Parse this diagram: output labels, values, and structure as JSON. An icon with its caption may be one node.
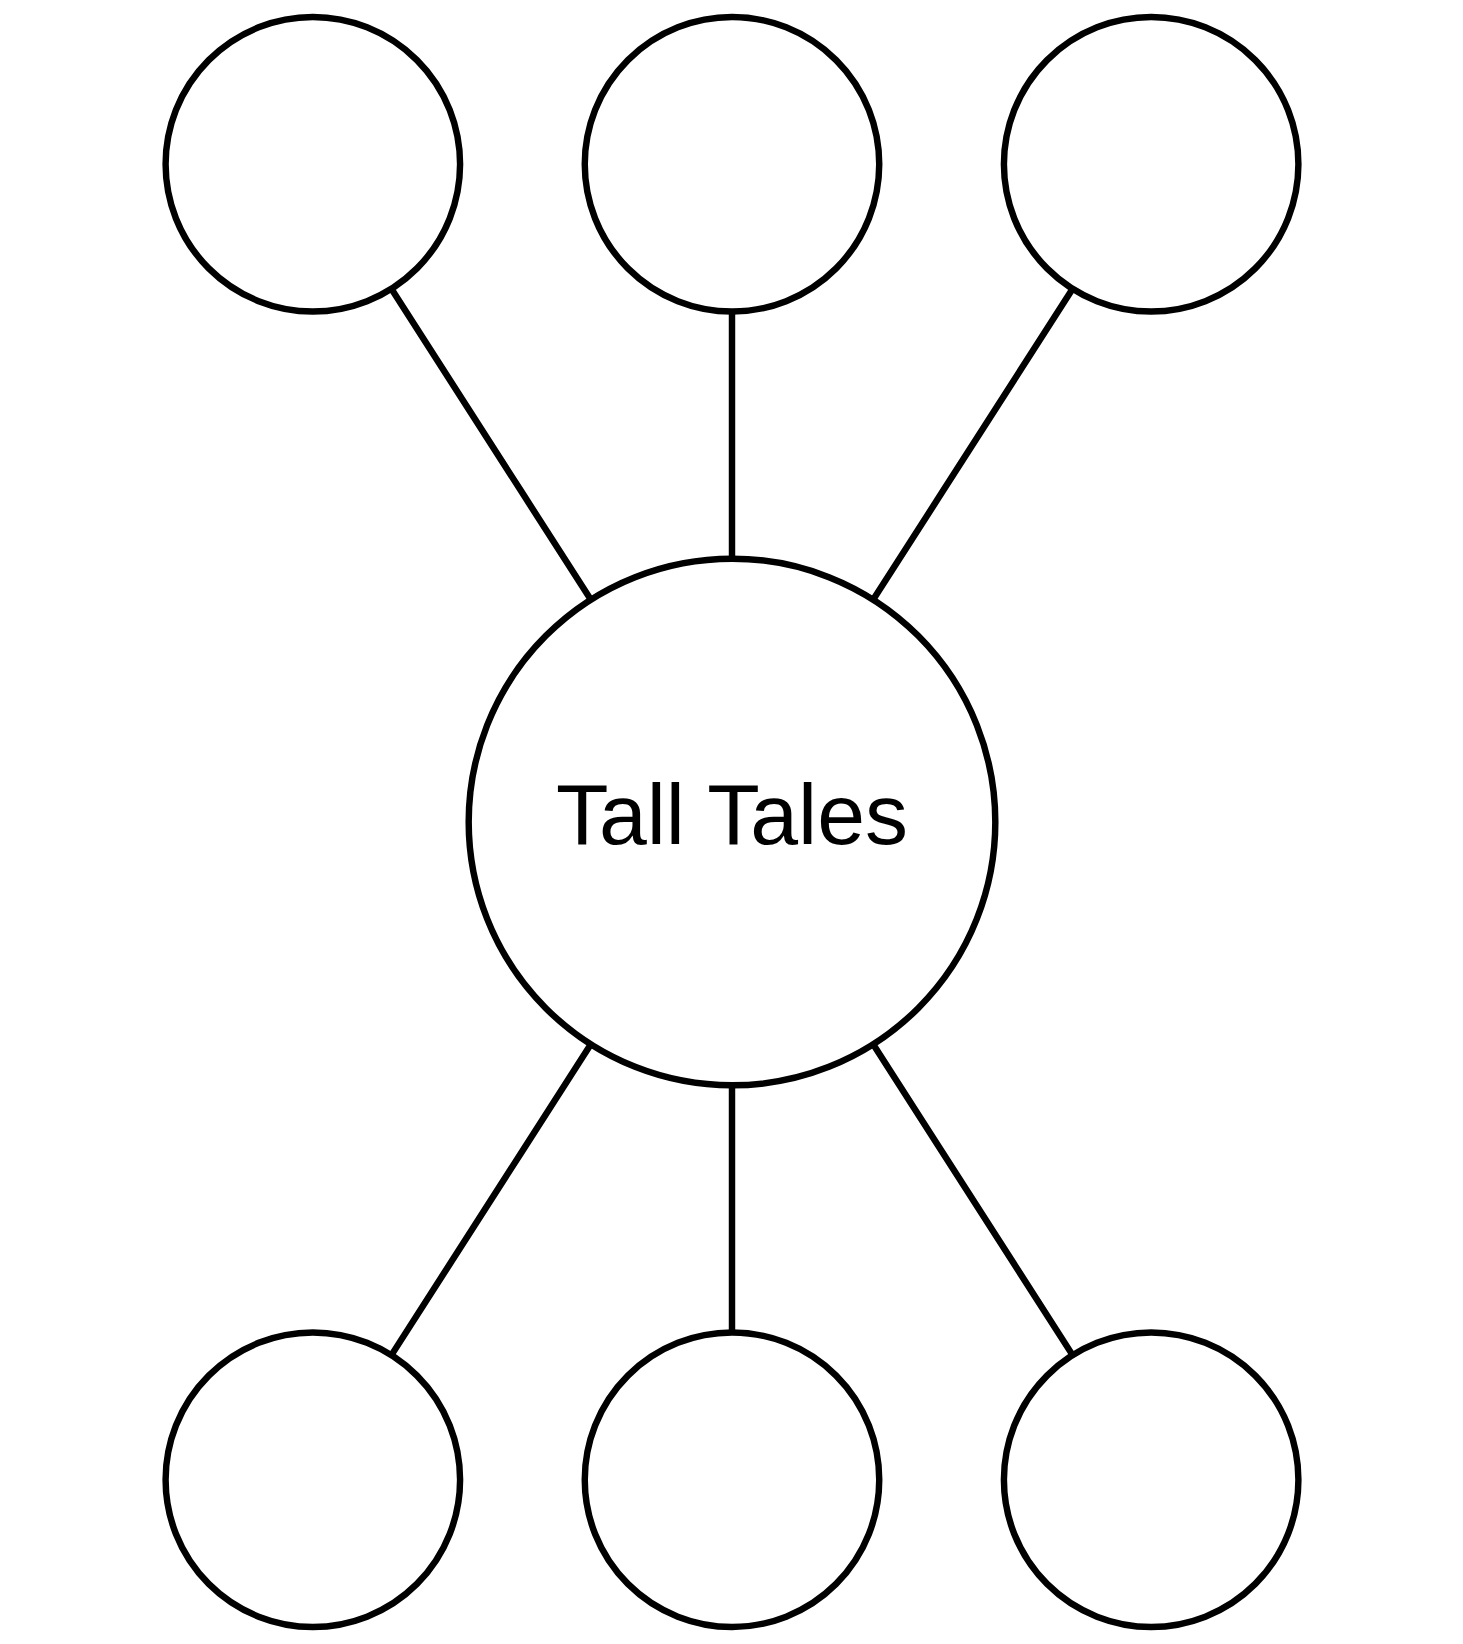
{
  "diagram": {
    "nodes": [
      {
        "text": [],
        "shape": "circle"
      },
      {
        "text": [],
        "shape": "circle"
      },
      {
        "text": [],
        "shape": "circle"
      },
      {
        "text": [
          "Tall Tales"
        ]
      },
      {
        "text": [],
        "shape": "circle"
      },
      {
        "text": [],
        "shape": "circle"
      },
      {
        "text": [],
        "shape": "circle"
      }
    ],
    "edges": [
      {
        "from": 0,
        "to": 3,
        "arrow": "none"
      },
      {
        "from": 1,
        "to": 3,
        "arrow": "none"
      },
      {
        "from": 2,
        "to": 3,
        "arrow": "none"
      },
      {
        "from": 3,
        "to": 4,
        "arrow": "none"
      },
      {
        "from": 3,
        "to": 5,
        "arrow": "none"
      },
      {
        "from": 3,
        "to": 6,
        "arrow": "none"
      }
    ]
  }
}
